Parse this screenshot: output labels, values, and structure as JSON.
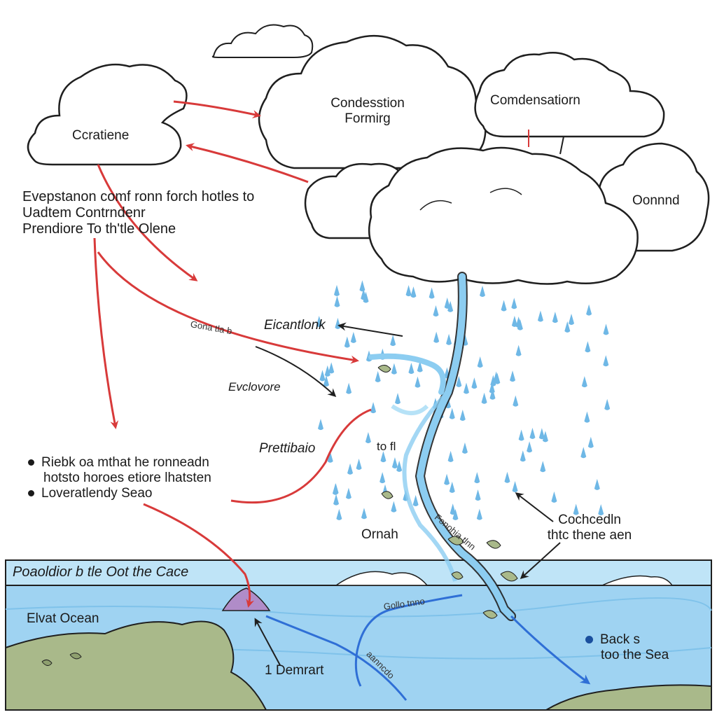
{
  "labels": {
    "cloud_left": "Ccratiene",
    "cloud_mid_line1": "Condesstion",
    "cloud_mid_line2": "Formirg",
    "cloud_right": "Comdensatiorn",
    "cloud_far_right": "Oonnnd",
    "left_para_1": "Evepstanon comf ronn forch hotles to",
    "left_para_2": "Uadtem Contrndenr",
    "left_para_3": "Prendiore To th'tle Olene",
    "arrow_small_label": "Gona tla b",
    "eicantion": "Eicantlonk",
    "evelovore": "Evclovore",
    "precipitation": "Prettibaio",
    "to_fl": "to fl",
    "bullet_1_line1": "Riebk oa mthat he ronneadn",
    "bullet_1_line2": "hotsto horoes etiore lhatsten",
    "bullet_2": "Loveratlendy Seao",
    "river_label": "Ornah",
    "cochc_line1": "Cochcedln",
    "cochc_line2": "thtc thene aen",
    "ocean_banner": "Poaoldior b tle Oot the Cace",
    "elvat_ocean": "Elvat Ocean",
    "back_line1": "Back s",
    "back_line2": "too the Sea",
    "demrart": "1 Demrart",
    "river_text_1": "Fonohia tlnn",
    "river_text_2": "Gollo tnno",
    "river_text_3": "aanncdo"
  },
  "colors": {
    "arrow_red": "#d83a3a",
    "ocean": "#9fd3f2",
    "ocean_deep": "#78c0ea",
    "banner": "#bfe4f7",
    "land": "#a9b98a",
    "rain": "#6fb8e6",
    "river": "#8ccdf1",
    "outline": "#1f1f1f"
  }
}
